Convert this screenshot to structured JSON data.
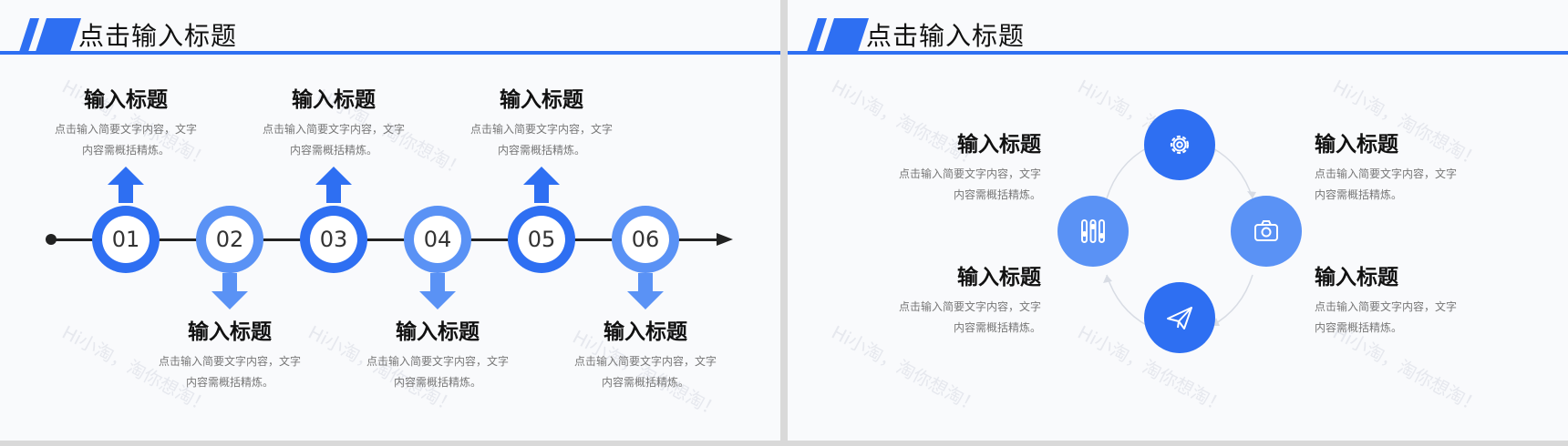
{
  "left_slide": {
    "header_title": "点击输入标题",
    "watermark": "Hi小淘，淘你想淘！",
    "steps": [
      {
        "number": "01",
        "title": "输入标题",
        "desc_line1": "点击输入简要文字内容，文字",
        "desc_line2": "内容需概括精炼。"
      },
      {
        "number": "02",
        "title": "输入标题",
        "desc_line1": "点击输入简要文字内容，文字",
        "desc_line2": "内容需概括精炼。"
      },
      {
        "number": "03",
        "title": "输入标题",
        "desc_line1": "点击输入简要文字内容，文字",
        "desc_line2": "内容需概括精炼。"
      },
      {
        "number": "04",
        "title": "输入标题",
        "desc_line1": "点击输入简要文字内容，文字",
        "desc_line2": "内容需概括精炼。"
      },
      {
        "number": "05",
        "title": "输入标题",
        "desc_line1": "点击输入简要文字内容，文字",
        "desc_line2": "内容需概括精炼。"
      },
      {
        "number": "06",
        "title": "输入标题",
        "desc_line1": "点击输入简要文字内容，文字",
        "desc_line2": "内容需概括精炼。"
      }
    ]
  },
  "right_slide": {
    "header_title": "点击输入标题",
    "watermark": "Hi小淘，淘你想淘！",
    "items": [
      {
        "title": "输入标题",
        "desc_line1": "点击输入简要文字内容，文字",
        "desc_line2": "内容需概括精炼。"
      },
      {
        "title": "输入标题",
        "desc_line1": "点击输入简要文字内容，文字",
        "desc_line2": "内容需概括精炼。"
      },
      {
        "title": "输入标题",
        "desc_line1": "点击输入简要文字内容，文字",
        "desc_line2": "内容需概括精炼。"
      },
      {
        "title": "输入标题",
        "desc_line1": "点击输入简要文字内容，文字",
        "desc_line2": "内容需概括精炼。"
      }
    ],
    "icons": [
      "gear-icon",
      "camera-icon",
      "paper-plane-icon",
      "sliders-icon"
    ]
  },
  "colors": {
    "primary": "#2e6ff2",
    "secondary": "#5a92f5",
    "text": "#111111",
    "muted": "#777777"
  }
}
